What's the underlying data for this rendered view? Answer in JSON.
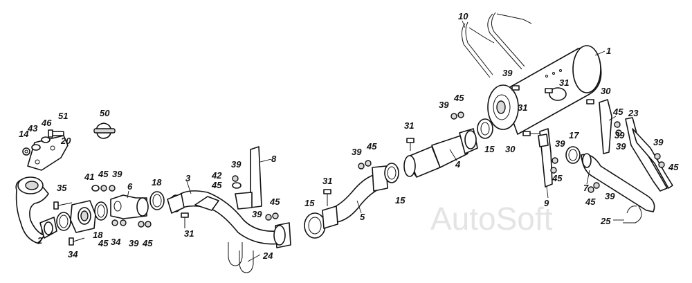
{
  "watermark": "AutoSoft",
  "callouts": {
    "c1": "1",
    "c2": "2",
    "c3": "3",
    "c4": "4",
    "c5": "5",
    "c6": "6",
    "c7": "7",
    "c8": "8",
    "c9": "9",
    "c10": "10",
    "c14": "14",
    "c15a": "15",
    "c15b": "15",
    "c15c": "15",
    "c17": "17",
    "c18a": "18",
    "c18b": "18",
    "c20": "20",
    "c23": "23",
    "c24": "24",
    "c25": "25",
    "c30a": "30",
    "c30b": "30",
    "c31a": "31",
    "c31b": "31",
    "c31c": "31",
    "c31d": "31",
    "c31e": "31",
    "c34a": "34",
    "c34b": "34",
    "c35": "35",
    "c39a": "39",
    "c39b": "39",
    "c39c": "39",
    "c39d": "39",
    "c39e": "39",
    "c39f": "39",
    "c39g": "39",
    "c39h": "39",
    "c39i": "39",
    "c39j": "39",
    "c39k": "39",
    "c39l": "39",
    "c41": "41",
    "c42": "42",
    "c43": "43",
    "c45a": "45",
    "c45b": "45",
    "c45c": "45",
    "c45d": "45",
    "c45e": "45",
    "c45f": "45",
    "c45g": "45",
    "c45h": "45",
    "c45i": "45",
    "c45j": "45",
    "c46": "46",
    "c50": "50",
    "c51": "51"
  }
}
